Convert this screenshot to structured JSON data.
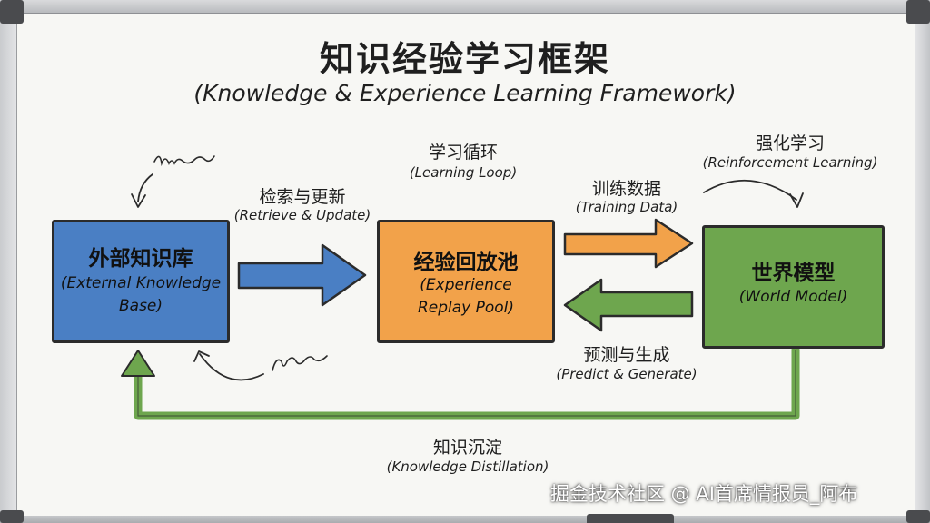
{
  "title": {
    "zh": "知识经验学习框架",
    "en": "(Knowledge & Experience Learning Framework)"
  },
  "nodes": {
    "external": {
      "zh": "外部知识库",
      "en_line1": "(External Knowledge",
      "en_line2": "Base)"
    },
    "pool": {
      "zh": "经验回放池",
      "en_line1": "(Experience",
      "en_line2": "Replay Pool)"
    },
    "world": {
      "zh": "世界模型",
      "en": "(World Model)"
    }
  },
  "edges": {
    "retrieve": {
      "zh": "检索与更新",
      "en": "(Retrieve & Update)"
    },
    "learning_loop": {
      "zh": "学习循环",
      "en": "(Learning Loop)"
    },
    "training": {
      "zh": "训练数据",
      "en": "(Training Data)"
    },
    "reinforcement": {
      "zh": "强化学习",
      "en": "(Reinforcement Learning)"
    },
    "predict": {
      "zh": "预测与生成",
      "en": "(Predict & Generate)"
    },
    "distillation": {
      "zh": "知识沉淀",
      "en": "(Knowledge Distillation)"
    }
  },
  "colors": {
    "blue": "#4a7fc4",
    "orange": "#f2a24a",
    "green": "#6ea64e",
    "ink": "#2b2b2b"
  },
  "watermark": "掘金技术社区 @ AI首席情报员_阿布"
}
